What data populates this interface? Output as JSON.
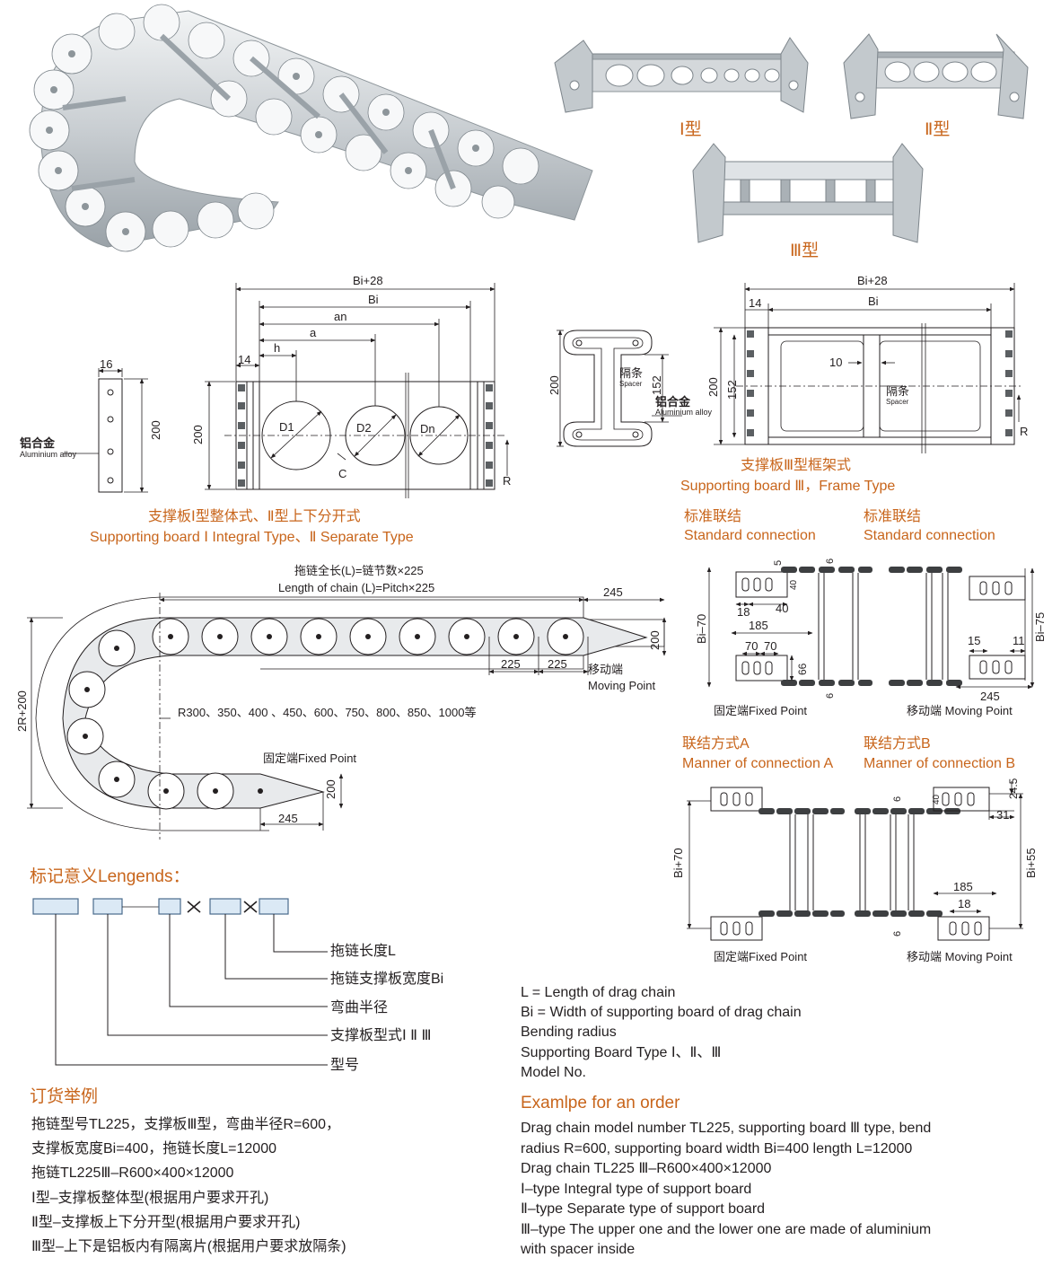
{
  "photos": {
    "type1_caption": "Ⅰ型",
    "type2_caption": "Ⅱ型",
    "type3_caption": "Ⅲ型"
  },
  "fig1": {
    "bi28": "Bi+28",
    "bi": "Bi",
    "an": "an",
    "a": "a",
    "h": "h",
    "w14": "14",
    "w16": "16",
    "h200_side": "200",
    "h200": "200",
    "d1": "D1",
    "d2": "D2",
    "dn": "Dn",
    "c": "C",
    "r": "R",
    "alloy_cn": "铝合金",
    "alloy_en": "Aluminium alloy",
    "caption_cn": "支撑板Ⅰ型整体式、Ⅱ型上下分开式",
    "caption_en": "Supporting board Ⅰ Integral Type、Ⅱ Separate Type"
  },
  "fig2": {
    "bi28": "Bi+28",
    "bi": "Bi",
    "w14": "14",
    "h200_a": "200",
    "h152_a": "152",
    "h200_b": "200",
    "h152_b": "152",
    "w10": "10",
    "spacer_cn": "隔条",
    "spacer_en": "Spacer",
    "spacer2_cn": "隔条",
    "spacer2_en": "Spacer",
    "alloy_cn": "铝合金",
    "alloy_en": "Aluminium alloy",
    "r": "R",
    "caption_cn": "支撑板Ⅲ型框架式",
    "caption_en": "Supporting board Ⅲ，Frame Type"
  },
  "fig3": {
    "len_cn": "拖链全长(L)=链节数×225",
    "len_en": "Length of chain (L)=Pitch×225",
    "d245_top": "245",
    "d200_top": "200",
    "d225_a": "225",
    "d225_b": "225",
    "moving_cn": "移动端",
    "moving_en": "Moving Point",
    "radii": "R300、350、400 、450、600、750、800、850、1000等",
    "h2r": "2R+200",
    "fixed": "固定端Fixed Point",
    "d200_bot": "200",
    "d245_bot": "245"
  },
  "fig4": {
    "title_cn_l": "标准联结",
    "title_en_l": "Standard connection",
    "title_cn_r": "标准联结",
    "title_en_r": "Standard connection",
    "d5": "5",
    "d6_top": "6",
    "d40_a": "40",
    "d18": "18",
    "d40_b": "40",
    "d185": "185",
    "d70a": "70",
    "d70b": "70",
    "d66": "66",
    "d6_bot": "6",
    "bi70": "Bi–70",
    "bi75": "Bi–75",
    "d15": "15",
    "d11": "11",
    "d245": "245",
    "fixed": "固定端Fixed Point",
    "moving": "移动端 Moving Point"
  },
  "fig5": {
    "title_cn_a": "联结方式A",
    "title_en_a": "Manner of connection A",
    "title_cn_b": "联结方式B",
    "title_en_b": "Manner of connection B",
    "bi70": "Bi+70",
    "bi55": "Bi+55",
    "d6_top": "6",
    "d40": "40",
    "d24_5": "24.5",
    "d31": "31",
    "d185": "185",
    "d18": "18",
    "d6_bot": "6",
    "fixed": "固定端Fixed Point",
    "moving": "移动端 Moving Point"
  },
  "legend": {
    "title": "标记意义Lengends：",
    "items": [
      "拖链长度L",
      "拖链支撑板宽度Bi",
      "弯曲半径",
      "支撑板型式Ⅰ Ⅱ Ⅲ",
      "型号"
    ],
    "en_items": [
      "L = Length of drag chain",
      "Bi = Width of supporting board of drag chain",
      "Bending radius",
      "Supporting Board Type Ⅰ、Ⅱ、Ⅲ",
      "Model No."
    ],
    "colors": {
      "box_fill": "#dbe9f5",
      "box_stroke": "#4a6b8c",
      "accent": "#c8651b"
    }
  },
  "order_cn": {
    "title": "订货举例",
    "lines": [
      "拖链型号TL225，支撑板Ⅲ型，弯曲半径R=600，",
      "支撑板宽度Bi=400，拖链长度L=12000",
      "拖链TL225Ⅲ–R600×400×12000",
      "Ⅰ型–支撑板整体型(根据用户要求开孔)",
      "Ⅱ型–支撑板上下分开型(根据用户要求开孔)",
      "Ⅲ型–上下是铝板内有隔离片(根据用户要求放隔条)"
    ]
  },
  "order_en": {
    "title": "Examlpe for an order",
    "lines": [
      "Drag chain model number TL225, supporting board Ⅲ type, bend",
      "radius R=600, supporting board width Bi=400 length L=12000",
      "Drag chain TL225 Ⅲ–R600×400×12000",
      "Ⅰ–type Integral type of support board",
      "Ⅱ–type Separate type of support board",
      "Ⅲ–type The upper one and the lower one are made of aluminium",
      "with spacer inside"
    ]
  }
}
